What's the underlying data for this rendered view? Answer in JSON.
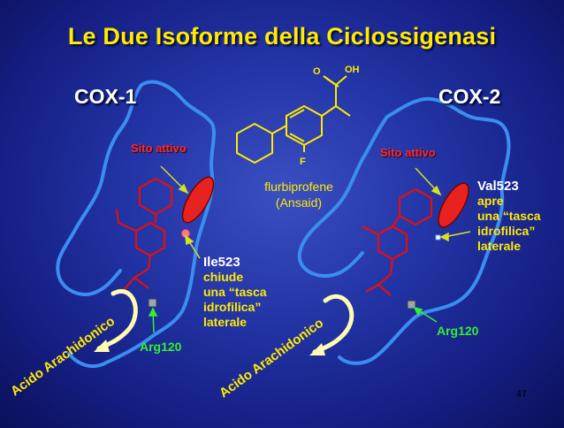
{
  "title": "Le Due Isoforme della Ciclossigenasi",
  "drug": {
    "name": "flurbiprofene",
    "brand": "(Ansaid)",
    "atoms": {
      "o1": "O",
      "oh": "OH",
      "f": "F"
    }
  },
  "cox1": {
    "heading": "COX-1",
    "active_site": "Sito attivo",
    "residue": "Ile523",
    "description": [
      "chiude",
      "una “tasca",
      "idrofilica”",
      "laterale"
    ],
    "arg": "Arg120",
    "substrate": "Acido Arachidonico"
  },
  "cox2": {
    "heading": "COX-2",
    "active_site": "Sito attivo",
    "residue": "Val523",
    "description": [
      "apre",
      "una “tasca",
      "idrofilica”",
      "laterale"
    ],
    "arg": "Arg120",
    "substrate": "Acido Arachidonico"
  },
  "page_number": "47",
  "colors": {
    "title": "#ffea00",
    "backbone": "#3a8ef0",
    "molecule": "#e01010",
    "active_site": "#e8231f",
    "green": "#33ee33"
  }
}
